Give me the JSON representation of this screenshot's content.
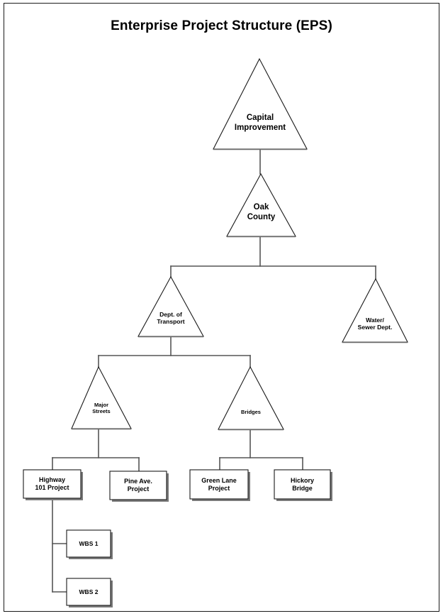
{
  "document": {
    "title": "Enterprise Project Structure (EPS)",
    "background_color": "#ffffff",
    "border_color": "#1a1a1a",
    "line_color": "#444444",
    "text_color": "#000000"
  },
  "nodes": {
    "capital_improvement": {
      "label": "Capital\nImprovement",
      "shape": "triangle",
      "level": 1
    },
    "oak_county": {
      "label": "Oak\nCounty",
      "shape": "triangle",
      "level": 2
    },
    "dept_of_transport": {
      "label": "Dept. of\nTransport",
      "shape": "triangle",
      "level": 3
    },
    "water_sewer_dept": {
      "label": "Water/\nSewer Dept.",
      "shape": "triangle",
      "level": 3
    },
    "major_streets": {
      "label": "Major\nStreets",
      "shape": "triangle",
      "level": 4
    },
    "bridges": {
      "label": "Bridges",
      "shape": "triangle",
      "level": 4
    },
    "highway_101_project": {
      "label": "Highway\n101 Project",
      "shape": "box",
      "level": 5
    },
    "pine_ave_project": {
      "label": "Pine Ave.\nProject",
      "shape": "box",
      "level": 5
    },
    "green_lane_project": {
      "label": "Green Lane\nProject",
      "shape": "box",
      "level": 5
    },
    "hickory_bridge": {
      "label": "Hickory\nBridge",
      "shape": "box",
      "level": 5
    },
    "wbs_1": {
      "label": "WBS 1",
      "shape": "box",
      "level": 6
    },
    "wbs_2": {
      "label": "WBS 2",
      "shape": "box",
      "level": 6
    }
  },
  "hierarchy": [
    {
      "parent": "capital_improvement",
      "children": [
        "oak_county"
      ]
    },
    {
      "parent": "oak_county",
      "children": [
        "dept_of_transport",
        "water_sewer_dept"
      ]
    },
    {
      "parent": "dept_of_transport",
      "children": [
        "major_streets",
        "bridges"
      ]
    },
    {
      "parent": "major_streets",
      "children": [
        "highway_101_project",
        "pine_ave_project"
      ]
    },
    {
      "parent": "bridges",
      "children": [
        "green_lane_project",
        "hickory_bridge"
      ]
    },
    {
      "parent": "highway_101_project",
      "children": [
        "wbs_1",
        "wbs_2"
      ]
    }
  ]
}
